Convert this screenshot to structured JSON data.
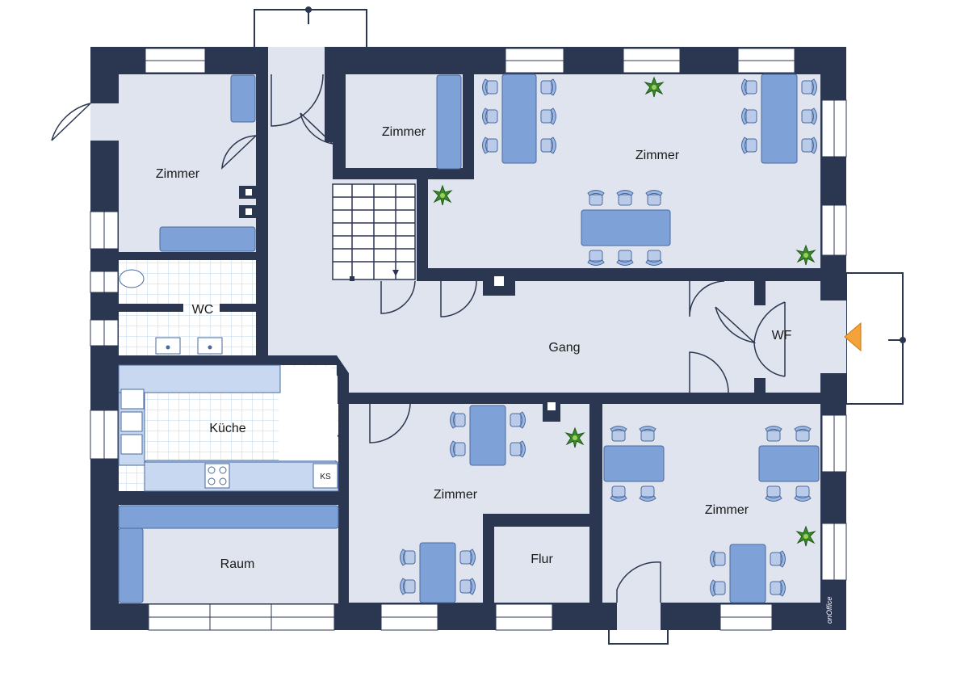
{
  "plan": {
    "rooms": [
      {
        "id": "zimmer-nw",
        "label": "Zimmer"
      },
      {
        "id": "zimmer-small",
        "label": "Zimmer"
      },
      {
        "id": "zimmer-ne",
        "label": "Zimmer"
      },
      {
        "id": "wc",
        "label": "WC"
      },
      {
        "id": "gang",
        "label": "Gang"
      },
      {
        "id": "wf",
        "label": "WF"
      },
      {
        "id": "kueche",
        "label": "Küche"
      },
      {
        "id": "zimmer-sc",
        "label": "Zimmer"
      },
      {
        "id": "zimmer-se",
        "label": "Zimmer"
      },
      {
        "id": "raum",
        "label": "Raum"
      },
      {
        "id": "flur",
        "label": "Flur"
      }
    ],
    "fixtures": {
      "fridge_label": "KS"
    },
    "entrance_icon": "entrance-arrow-icon",
    "logo_text": "onOffice",
    "colors": {
      "wall": "#2b3750",
      "floor": "#dfe4ee",
      "furniture": "#7ea2d8",
      "furniture_stroke": "#4a6a9e",
      "tile_line": "#bcd4ea",
      "plant": "#3a8a2a",
      "entrance_arrow": "#f5a23a"
    }
  }
}
